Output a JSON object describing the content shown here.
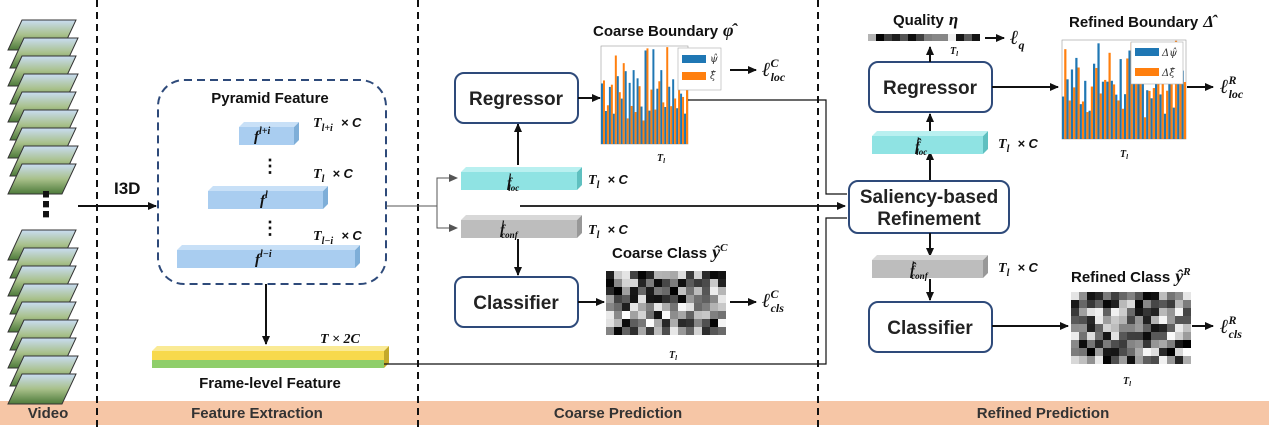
{
  "sections": {
    "video": "Video",
    "feature_extraction": "Feature Extraction",
    "coarse_prediction": "Coarse Prediction",
    "refined_prediction": "Refined Prediction"
  },
  "extraction": {
    "backbone": "I3D",
    "pyramid_title": "Pyramid Feature",
    "dots": "⋮",
    "features": [
      {
        "symbol": "f",
        "sup": "l+i",
        "dim_T": "T",
        "dim_sub": "l+i",
        "dim_x": "× C"
      },
      {
        "symbol": "f",
        "sup": "l",
        "dim_T": "T",
        "dim_sub": "l",
        "dim_x": "× C"
      },
      {
        "symbol": "f",
        "sup": "l−i",
        "dim_T": "T",
        "dim_sub": "l−i",
        "dim_x": "× C"
      }
    ],
    "frame_dim": "T  × 2C",
    "frame_label": "Frame-level Feature"
  },
  "coarse": {
    "regressor": "Regressor",
    "classifier": "Classifier",
    "f_loc": {
      "symbol": "f",
      "sup": "l",
      "sub": "loc",
      "dim_T": "T",
      "dim_sub": "l",
      "dim_x": "× C"
    },
    "f_conf": {
      "symbol": "f",
      "sup": "l",
      "sub": "conf",
      "dim_T": "T",
      "dim_sub": "l",
      "dim_x": "× C"
    },
    "boundary_title": "Coarse Boundary",
    "boundary_symbol": "φ̂",
    "boundary_legend": [
      "ψ̂",
      "ξ̂"
    ],
    "boundary_axis": "T_l",
    "loss_loc": {
      "symbol": "ℓ",
      "sup": "C",
      "sub": "loc"
    },
    "class_title": "Coarse Class",
    "class_symbol": "ŷ",
    "class_sup": "C",
    "class_axis": "T_l",
    "loss_cls": {
      "symbol": "ℓ",
      "sup": "C",
      "sub": "cls"
    }
  },
  "refined": {
    "quality_title": "Quality",
    "quality_symbol": "η",
    "quality_axis": "T_l",
    "loss_q": {
      "symbol": "ℓ",
      "sub": "q"
    },
    "regressor": "Regressor",
    "classifier": "Classifier",
    "saliency_line1": "Saliency-based",
    "saliency_line2": "Refinement",
    "f_loc": {
      "symbol": "f̂",
      "sup": "l",
      "sub": "loc",
      "dim_T": "T",
      "dim_sub": "l",
      "dim_x": "× C"
    },
    "f_conf": {
      "symbol": "f̂",
      "sup": "l",
      "sub": "conf",
      "dim_T": "T",
      "dim_sub": "l",
      "dim_x": "× C"
    },
    "boundary_title": "Refined Boundary",
    "boundary_symbol": "Δ̂",
    "boundary_legend": [
      "Δψ̂",
      "Δξ̂"
    ],
    "boundary_axis": "T_l",
    "loss_loc": {
      "symbol": "ℓ",
      "sup": "R",
      "sub": "loc"
    },
    "class_title": "Refined Class",
    "class_symbol": "ŷ",
    "class_sup": "R",
    "class_axis": "T_l",
    "loss_cls": {
      "symbol": "ℓ",
      "sup": "R",
      "sub": "cls"
    }
  },
  "colors": {
    "box_stroke": "#2e4a7a",
    "pyramid_feature": "#a9cdf0",
    "loc_feature": "#8fe3e3",
    "conf_feature": "#bdbdbd",
    "frame_top": "#f7d94c",
    "frame_bottom": "#8fce6a",
    "band": "#f6c6a6",
    "bar_blue": "#1f77b4",
    "bar_orange": "#ff7f0e"
  },
  "video_frames": {
    "top_count": 9,
    "bottom_count": 9,
    "ellipsis": "⋮"
  }
}
